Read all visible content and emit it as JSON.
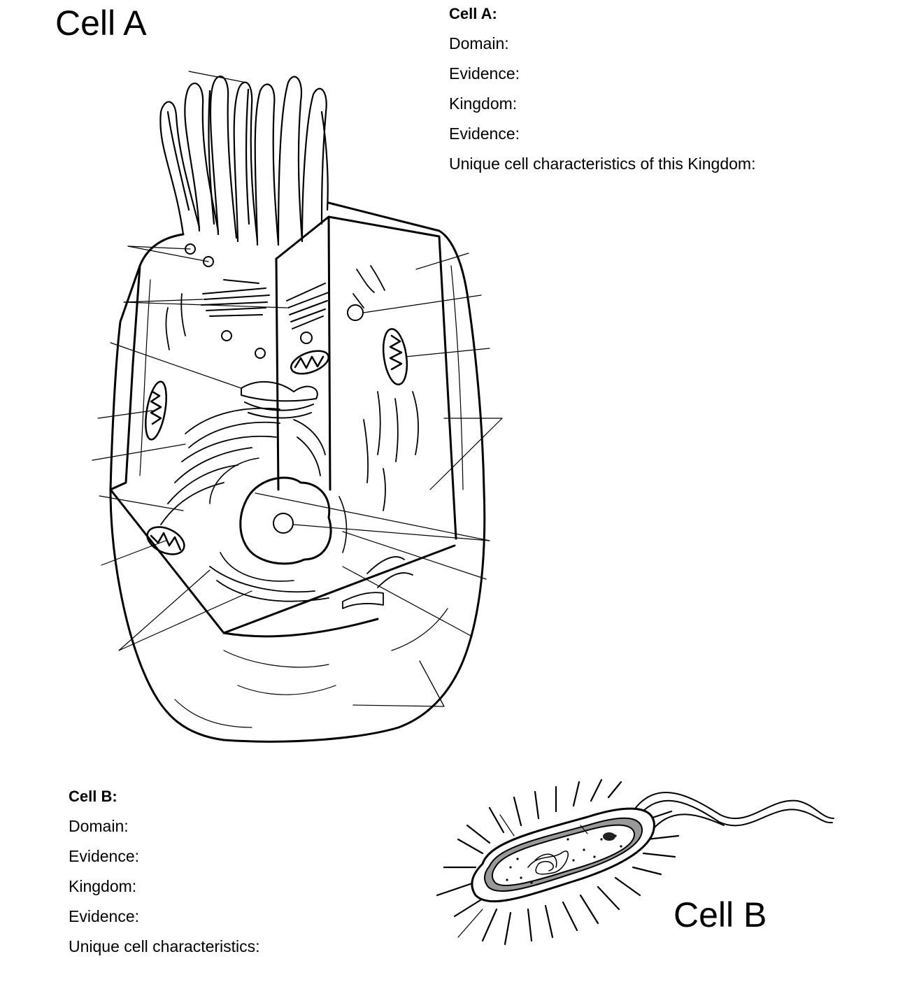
{
  "cell_a": {
    "title": "Cell A",
    "header": "Cell A:",
    "fields": [
      "Domain:",
      "Evidence:",
      "Kingdom:",
      "Evidence:",
      "Unique cell characteristics of this Kingdom:"
    ]
  },
  "cell_b": {
    "title": "Cell B",
    "header": "Cell B:",
    "fields": [
      "Domain:",
      "Evidence:",
      "Kingdom:",
      "Evidence:",
      "Unique cell characteristics:"
    ]
  }
}
